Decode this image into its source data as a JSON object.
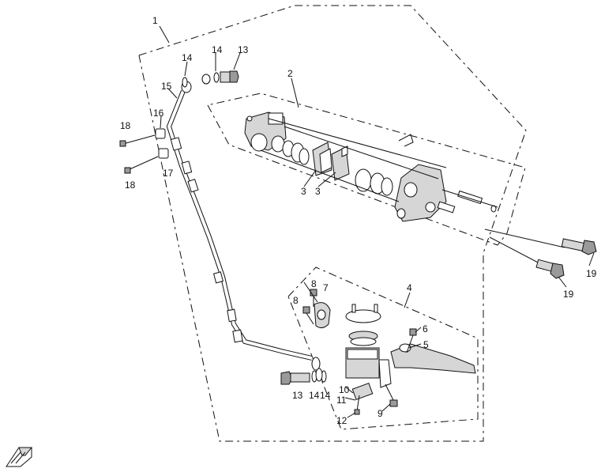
{
  "labels": {
    "l1": "1",
    "l2": "2",
    "l3a": "3",
    "l3b": "3",
    "l4": "4",
    "l5": "5",
    "l6": "6",
    "l7": "7",
    "l8a": "8",
    "l8b": "8",
    "l9": "9",
    "l10": "10",
    "l11": "11",
    "l12": "12",
    "l13a": "13",
    "l13b": "13",
    "l14a": "14",
    "l14b": "14",
    "l14c": "14",
    "l14d": "14",
    "l15": "15",
    "l16": "16",
    "l17": "17",
    "l18a": "18",
    "l18b": "18",
    "l19a": "19",
    "l19b": "19"
  },
  "icons": {
    "orientation": "front-direction-arrow-icon"
  }
}
